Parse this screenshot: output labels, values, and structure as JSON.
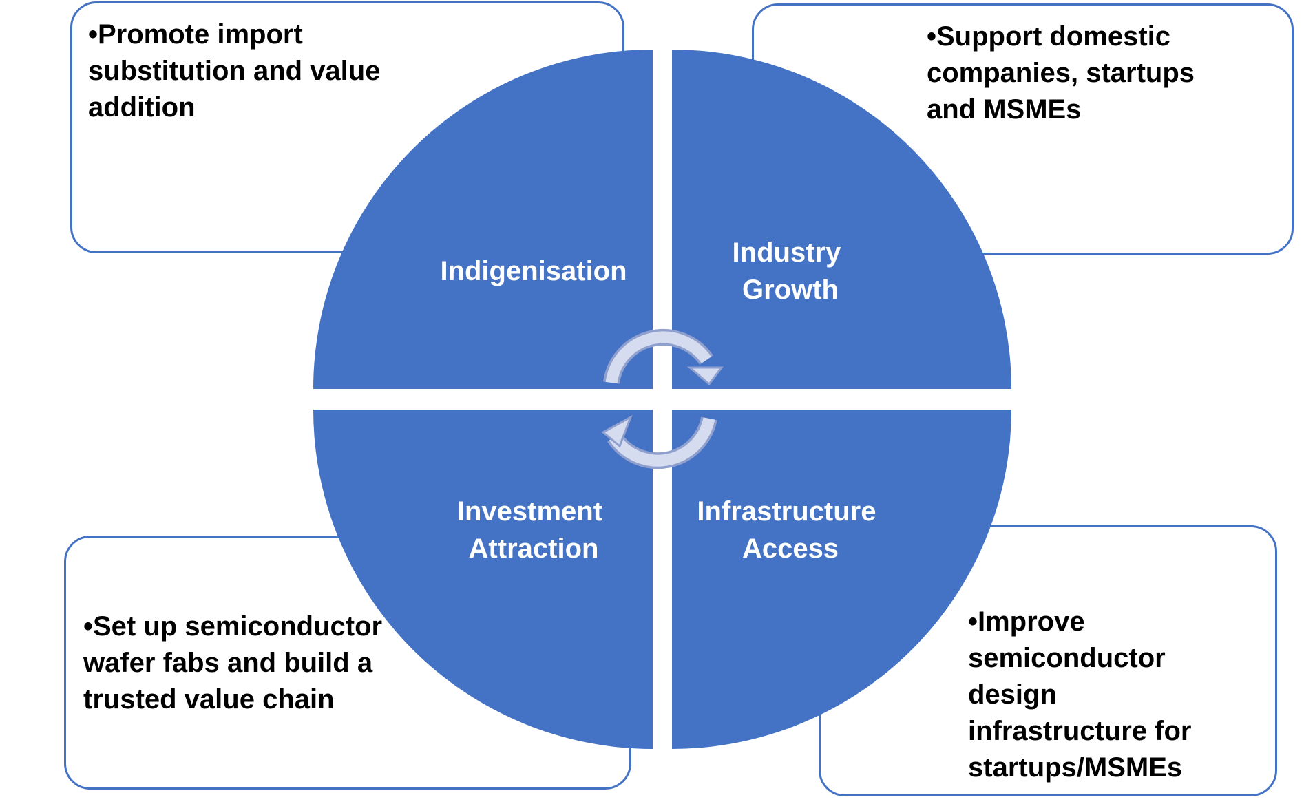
{
  "quadrants": {
    "top_left": {
      "label_lines": [
        "Indigenisation"
      ]
    },
    "top_right": {
      "label_lines": [
        "Industry",
        "Growth"
      ]
    },
    "bottom_left": {
      "label_lines": [
        "Investment",
        "Attraction"
      ]
    },
    "bottom_right": {
      "label_lines": [
        "Infrastructure",
        "Access"
      ]
    }
  },
  "callouts": {
    "top_left": {
      "text": "•Promote import\nsubstitution and value\naddition"
    },
    "top_right": {
      "text": "•Support domestic\ncompanies, startups\nand MSMEs"
    },
    "bottom_left": {
      "text": "•Set up semiconductor\nwafer fabs and build a\ntrusted value chain"
    },
    "bottom_right": {
      "text": "•Improve\nsemiconductor\ndesign\ninfrastructure for\nstartups/MSMEs"
    }
  },
  "colors": {
    "quadrant_fill": "#4472c4",
    "box_border": "#4472c4",
    "cycle_arrow": "#c9d1ea"
  },
  "icons": [
    "circular-arrow-clockwise-icon",
    "circular-arrow-counterclockwise-icon"
  ]
}
